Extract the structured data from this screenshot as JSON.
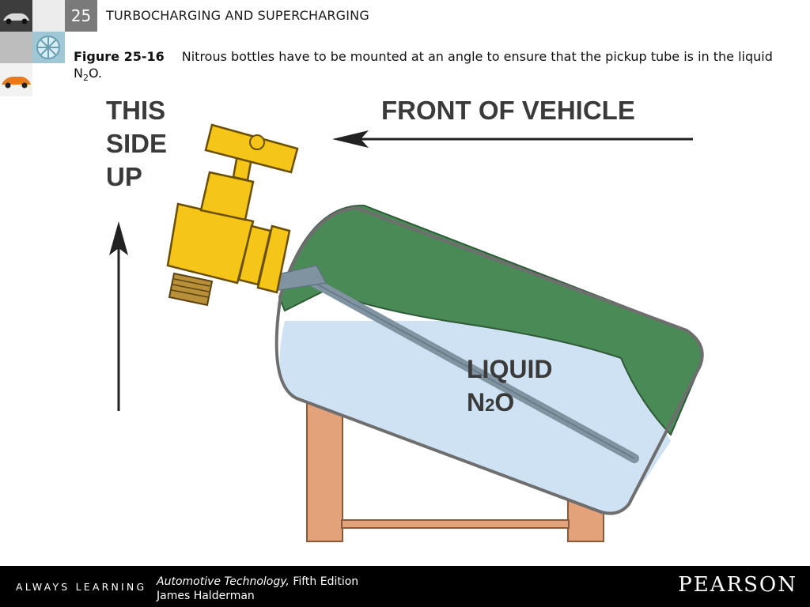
{
  "header": {
    "chapter_number": "25",
    "chapter_title": "TURBOCHARGING AND SUPERCHARGING"
  },
  "caption": {
    "figure_label": "Figure 25-16",
    "text_before_sub": "Nitrous bottles have to be mounted at an angle to ensure that the pickup tube is in the liquid N",
    "subscript": "2",
    "text_after_sub": "O."
  },
  "diagram": {
    "label_up_line1": "THIS",
    "label_up_line2": "SIDE",
    "label_up_line3": "UP",
    "label_front": "FRONT OF VEHICLE",
    "label_liquid_line1": "LIQUID",
    "label_liquid_n": "N",
    "label_liquid_sub": "2",
    "label_liquid_o": "O",
    "colors": {
      "bottle_green": "#4a8a56",
      "liquid_blue": "#cfe2f3",
      "valve_yellow": "#f5c518",
      "stand_tan": "#e4a27a",
      "pickup_tube": "#7f93a1"
    }
  },
  "footer": {
    "tagline": "ALWAYS LEARNING",
    "book_title": "Automotive Technology,",
    "edition": " Fifth Edition",
    "author": "James Halderman",
    "publisher": "PEARSON"
  }
}
